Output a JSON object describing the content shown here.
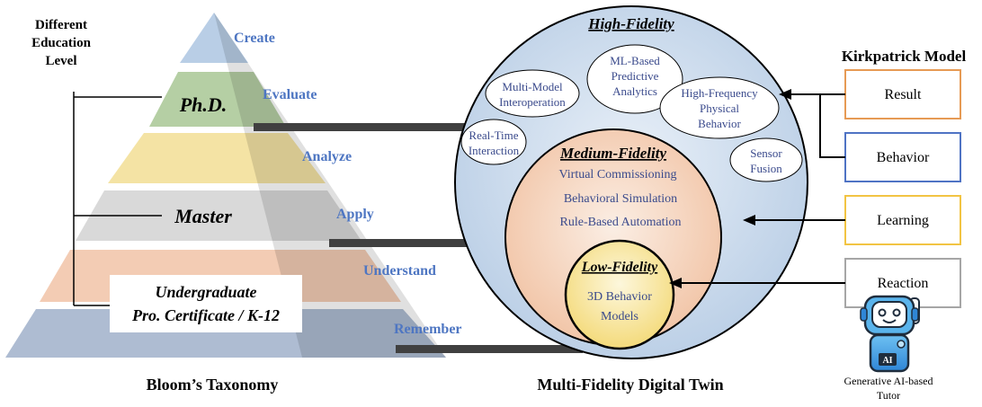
{
  "education": {
    "heading_lines": [
      "Different",
      "Education",
      "Level"
    ],
    "phd": "Ph.D.",
    "master": "Master",
    "undergrad_line1": "Undergraduate",
    "undergrad_line2": "Pro. Certificate / K-12"
  },
  "bloom": {
    "levels": [
      "Create",
      "Evaluate",
      "Analyze",
      "Apply",
      "Understand",
      "Remember"
    ],
    "level_colors": [
      "#b9cee6",
      "#b5cfa4",
      "#f4e3a4",
      "#d9d9d9",
      "#f3ccb4",
      "#aebcd2"
    ],
    "caption": "Bloom’s Taxonomy"
  },
  "twin": {
    "high": {
      "title": "High-Fidelity",
      "items": [
        [
          "ML-Based",
          "Predictive",
          "Analytics"
        ],
        [
          "Multi-Model",
          "Interoperation"
        ],
        [
          "High-Frequency",
          "Physical",
          "Behavior"
        ],
        [
          "Real-Time",
          "Interaction"
        ],
        [
          "Sensor",
          "Fusion"
        ]
      ]
    },
    "medium": {
      "title": "Medium-Fidelity",
      "items": [
        "Virtual Commissioning",
        "Behavioral Simulation",
        "Rule-Based Automation"
      ]
    },
    "low": {
      "title": "Low-Fidelity",
      "items": [
        "3D Behavior",
        "Models"
      ]
    },
    "caption": "Multi-Fidelity Digital Twin"
  },
  "kirkpatrick": {
    "title": "Kirkpatrick Model",
    "levels": [
      {
        "label": "Result",
        "color": "#e69a54"
      },
      {
        "label": "Behavior",
        "color": "#4f73c4"
      },
      {
        "label": "Learning",
        "color": "#f2c443"
      },
      {
        "label": "Reaction",
        "color": "#a6a6a6"
      }
    ]
  },
  "tutor": {
    "badge": "AI",
    "caption_lines": [
      "Generative AI-based",
      "Tutor"
    ]
  }
}
